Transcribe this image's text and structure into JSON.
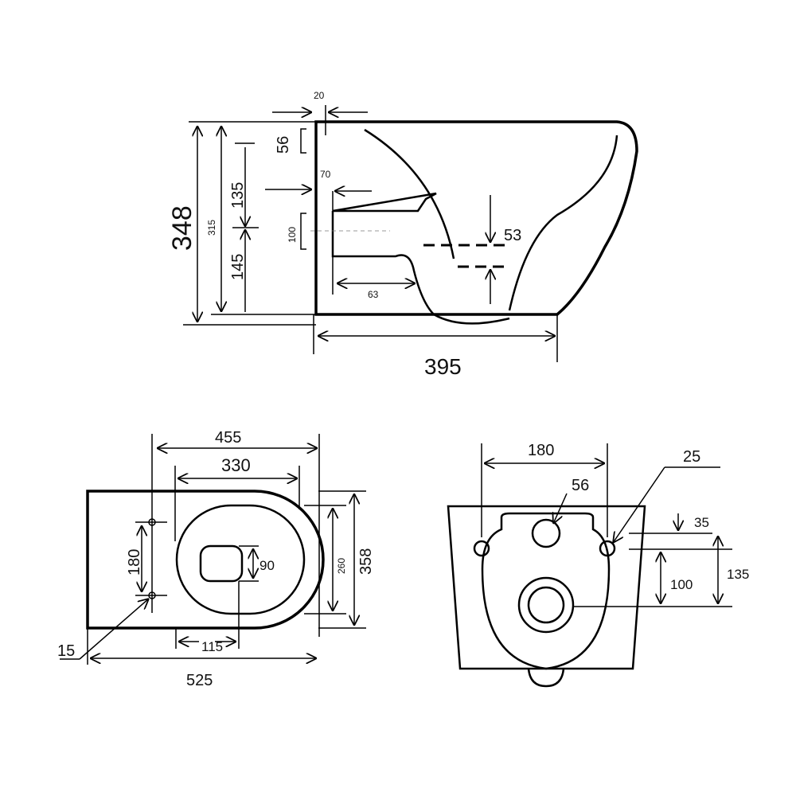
{
  "side_view": {
    "labels": {
      "wall_gap": "20",
      "top_hole": "56",
      "inlet_depth": "70",
      "upper_height": "135",
      "total_height": "348",
      "height_315": "315",
      "outlet": "100",
      "lower_height": "145",
      "water_level": "53",
      "outlet_depth": "63",
      "length": "395"
    }
  },
  "top_view": {
    "labels": {
      "width_455": "455",
      "width_330": "330",
      "hole_spacing": "180",
      "opening": "90",
      "seat_260": "260",
      "width_358": "358",
      "hole_dia": "15",
      "opening_115": "115",
      "length": "525"
    }
  },
  "rear_view": {
    "labels": {
      "hole_spacing": "180",
      "hole_dia": "25",
      "inlet_dia": "56",
      "offset_35": "35",
      "offset_100": "100",
      "offset_135": "135"
    }
  }
}
